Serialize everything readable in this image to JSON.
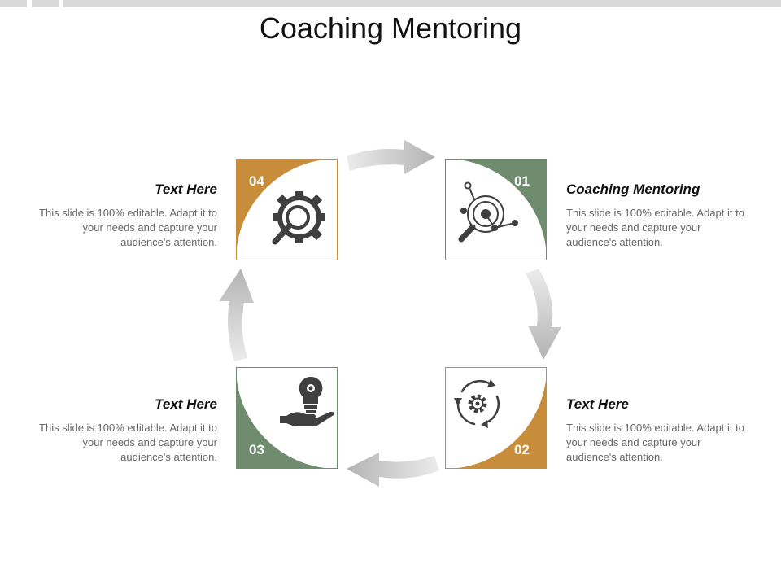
{
  "title": "Coaching Mentoring",
  "colors": {
    "green": "#6f8c6e",
    "orange": "#c88d3a",
    "arrow": "#bdbdbd",
    "icon": "#3f3f3f"
  },
  "steps": [
    {
      "number": "01",
      "heading": "Coaching Mentoring",
      "text": "This slide is 100% editable. Adapt it to your needs and capture your audience's attention.",
      "icon": "magnifier-analytics-icon"
    },
    {
      "number": "02",
      "heading": "Text Here",
      "text": "This slide is 100% editable. Adapt it to your needs and capture your audience's attention.",
      "icon": "gear-cycle-icon"
    },
    {
      "number": "03",
      "heading": "Text Here",
      "text": "This slide is 100% editable. Adapt it to your needs and capture your audience's attention.",
      "icon": "hand-bulb-icon"
    },
    {
      "number": "04",
      "heading": "Text Here",
      "text": "This slide is 100% editable. Adapt it to your needs and capture your audience's attention.",
      "icon": "gear-search-icon"
    }
  ]
}
